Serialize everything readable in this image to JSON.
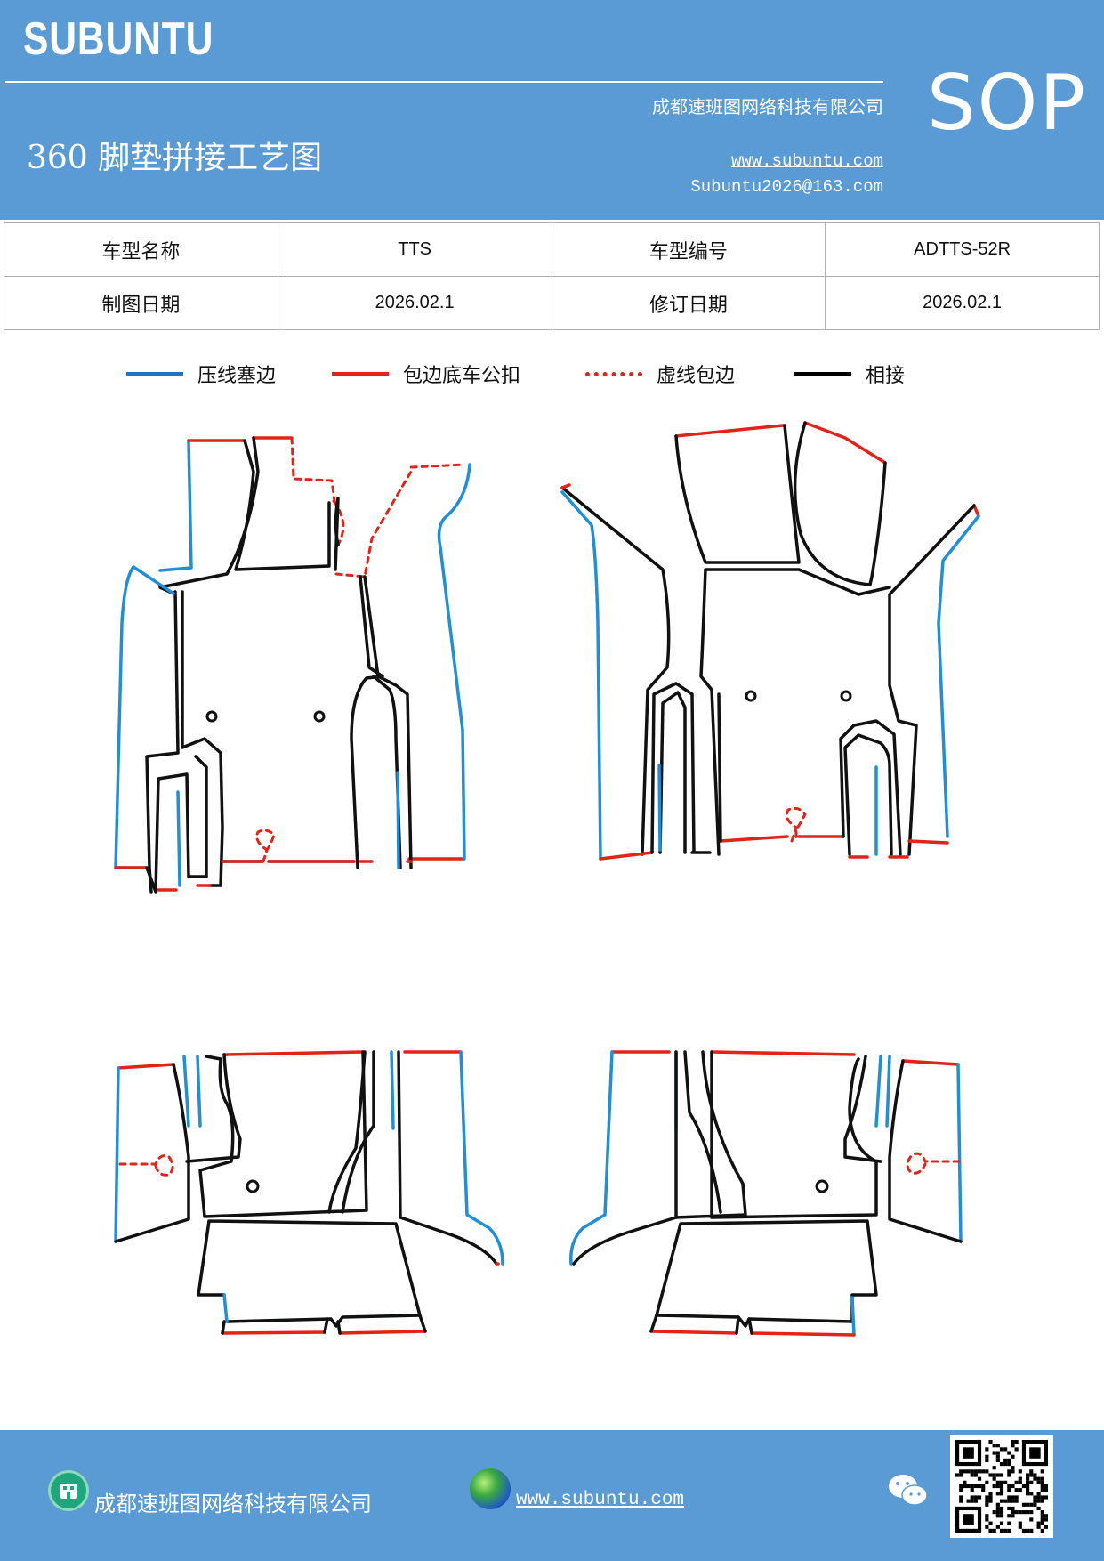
{
  "header": {
    "brand": "SUBUNTU",
    "company": "成都速班图网络科技有限公司",
    "title": "360 脚垫拼接工艺图",
    "website": "www.subuntu.com",
    "email": "Subuntu2026@163.com",
    "badge": "SOP"
  },
  "info_table": {
    "rows": [
      [
        {
          "label": "车型名称"
        },
        {
          "value": "TTS"
        },
        {
          "label": "车型编号"
        },
        {
          "value": "ADTTS-52R"
        }
      ],
      [
        {
          "label": "制图日期"
        },
        {
          "value": "2026.02.1"
        },
        {
          "label": "修订日期"
        },
        {
          "value": "2026.02.1"
        }
      ]
    ]
  },
  "legend": [
    {
      "label": "压线塞边",
      "color": "#1f73c6",
      "style": "solid"
    },
    {
      "label": "包边底车公扣",
      "color": "#e2231a",
      "style": "solid"
    },
    {
      "label": "虚线包边",
      "color": "#e2231a",
      "style": "dotted"
    },
    {
      "label": "相接",
      "color": "#000000",
      "style": "solid"
    }
  ],
  "colors": {
    "header_bg": "#5b9bd5",
    "blue_line": "#1f8fd8",
    "red_line": "#e2231a",
    "black_line": "#111111"
  },
  "footer": {
    "company": "成都速班图网络科技有限公司",
    "website": "www.subuntu.com",
    "icons": [
      "building-icon",
      "globe-icon",
      "wechat-icon",
      "qr-code"
    ]
  }
}
